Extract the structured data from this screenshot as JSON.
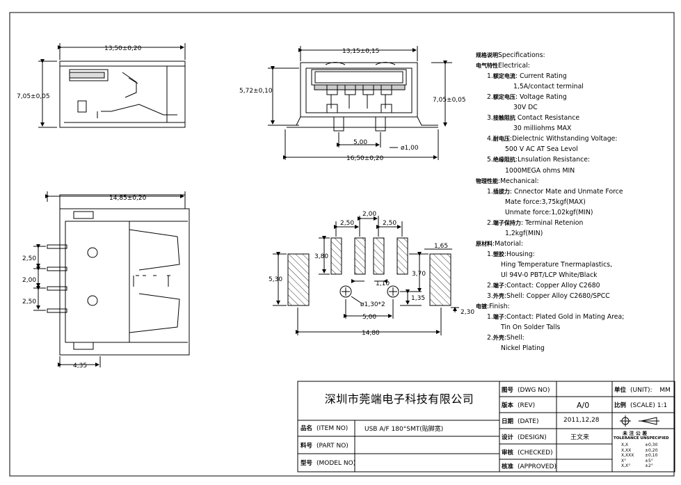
{
  "front_view": {
    "width": "13,15±0,15",
    "height": "5,72±0,10",
    "height_r": "7,05±0,05",
    "pitch": "5,00",
    "peg": "ø1,00",
    "overall": "16,50±0,20"
  },
  "side_view": {
    "length": "13,50±0,20",
    "height": "7,05±0,05"
  },
  "top_view": {
    "length": "14,85±0,20",
    "p1": "2,50",
    "p2": "2,00",
    "p3": "2,50",
    "tail": "4,35"
  },
  "pcb": {
    "d_200": "2,00",
    "d_250a": "2,50",
    "d_250b": "2,50",
    "d_380": "3,80",
    "d_165": "1,65",
    "d_370": "3,70",
    "d_530": "5,30",
    "d_110": "1,10",
    "d_135": "1,35",
    "d_hole": "ø1,30*2",
    "d_500": "5,00",
    "d_230": "2,30",
    "d_1480": "14,80"
  },
  "specs": [
    {
      "h": "规格说明",
      "t": "Specifications:",
      "c": ""
    },
    {
      "h": "电气特性",
      "t": "Electrical:",
      "c": ""
    },
    {
      "h": "额定电流",
      "t": ": Current Rating",
      "c": "l1",
      "n": "1."
    },
    {
      "h": "",
      "t": "1,5A/contact terminal",
      "c": "l2"
    },
    {
      "h": "额定电压",
      "t": ": Voltage Rating",
      "c": "l1",
      "n": "2."
    },
    {
      "h": "",
      "t": "30V DC",
      "c": "l2"
    },
    {
      "h": "接触阻抗",
      "t": " Contact Resistance",
      "c": "l1",
      "n": "3."
    },
    {
      "h": "",
      "t": "30 milliohms MAX",
      "c": "l2"
    },
    {
      "h": "耐电压",
      "t": ":Dielectnic Withstanding Voltage:",
      "c": "l1",
      "n": "4."
    },
    {
      "h": "",
      "t": "500 V AC AT Sea Levol",
      "c": "l2b"
    },
    {
      "h": "绝缘阻抗",
      "t": ":Lnsulation Resistance:",
      "c": "l1",
      "n": "5."
    },
    {
      "h": "",
      "t": "1000MEGA ohms MIN",
      "c": "l2b"
    },
    {
      "h": "物理性能",
      "t": ":Mechanical:",
      "c": ""
    },
    {
      "h": "插拔力",
      "t": ": Cnnector Mate and Unmate Force",
      "c": "l1",
      "n": "1."
    },
    {
      "h": "",
      "t": "Mate force:3,75kgf(MAX)",
      "c": "l2b"
    },
    {
      "h": "",
      "t": "Unmate force:1,02kgf(MIN)",
      "c": "l2b"
    },
    {
      "h": "端子保持力",
      "t": ": Terminal Retenion",
      "c": "l1",
      "n": "2."
    },
    {
      "h": "",
      "t": "1,2kgf(MIN)",
      "c": "l2b"
    },
    {
      "h": "原材料",
      "t": ":Matorial:",
      "c": ""
    },
    {
      "h": "塑胶",
      "t": ":Housing:",
      "c": "l1",
      "n": "1."
    },
    {
      "h": "",
      "t": "Hing Temperature  Tnermaplastics,",
      "c": "l2c"
    },
    {
      "h": "",
      "t": "Ul 94V-0  PBT/LCP White/Black",
      "c": "l2c"
    },
    {
      "h": "端子",
      "t": ":Contact: Copper Alloy C2680",
      "c": "l1",
      "n": "2."
    },
    {
      "h": "外壳",
      "t": ":Shell:  Copper Alloy C2680/SPCC",
      "c": "l1",
      "n": "3."
    },
    {
      "h": "电镀",
      "t": ":Finish:",
      "c": ""
    },
    {
      "h": "端子",
      "t": ":Contact:  Plated Gold in Mating Area;",
      "c": "l1",
      "n": "1."
    },
    {
      "h": "",
      "t": "Tin On Solder Talls",
      "c": "l2c"
    },
    {
      "h": "外壳",
      "t": ":Shell:",
      "c": "l1",
      "n": "2."
    },
    {
      "h": "",
      "t": "Nickel Plating",
      "c": "l2c"
    }
  ],
  "title_block": {
    "company": "深圳市莞端电子科技有限公司",
    "item_no_label_cn": "品名",
    "item_no_label": "(ITEM NO)",
    "item_no": "USB A/F 180°SMT(贴脚宽)",
    "part_no_label_cn": "料号",
    "part_no_label": "(PART NO)",
    "model_no_label_cn": "型号",
    "model_no_label": "(MODEL NO)",
    "dwg_label_cn": "图号",
    "dwg_label": "(DWG NO)",
    "rev_label_cn": "版本",
    "rev_label": "(REV)",
    "rev": "A/0",
    "date_label_cn": "日期",
    "date_label": "(DATE)",
    "date": "2011,12,28",
    "design_label_cn": "设计",
    "design_label": "(DESIGN)",
    "design": "王文来",
    "checked_label_cn": "审核",
    "checked_label": "(CHECKED)",
    "approved_label_cn": "核准",
    "approved_label": "(APPROVED)",
    "unit_label_cn": "单位",
    "unit_label": "(UNIT):",
    "unit": "MM",
    "scale_label_cn": "比例",
    "scale_label": "(SCALE)",
    "scale": "1:1",
    "tol_title_cn": "未 注 公 差",
    "tol_title": "TOLERANCE UNSPECIFIED",
    "tolerances": [
      {
        "k": "X,X",
        "v": "±0,30"
      },
      {
        "k": "X,XX",
        "v": "±0,20"
      },
      {
        "k": "X,XXX",
        "v": "±0,10"
      },
      {
        "k": "X°",
        "v": "±5°"
      },
      {
        "k": "X,X°",
        "v": "±2°"
      }
    ]
  }
}
